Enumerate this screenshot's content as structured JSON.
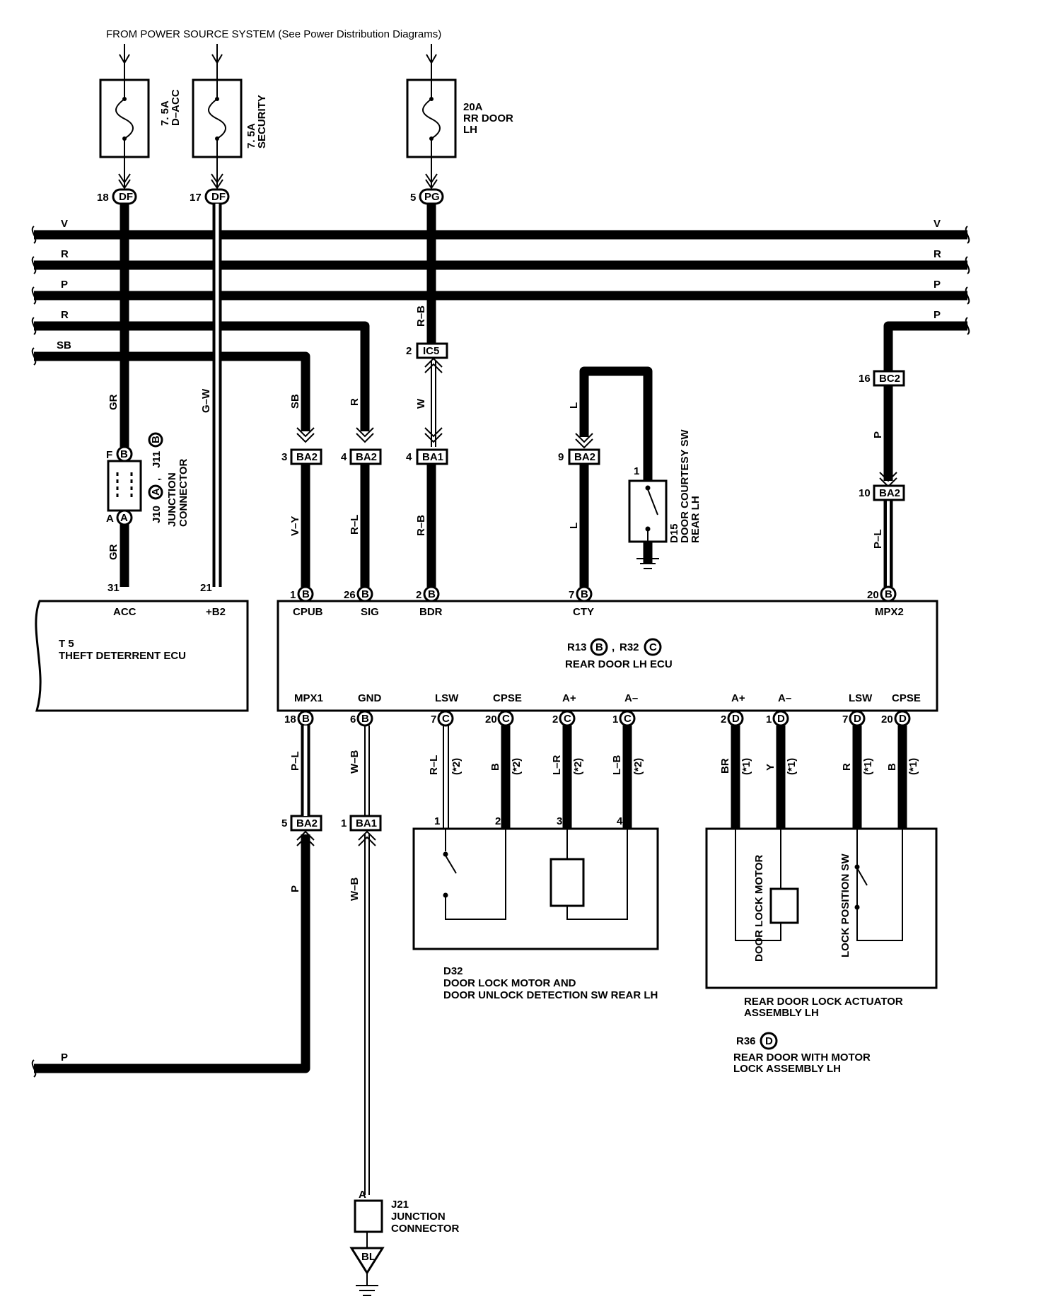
{
  "header": {
    "source_text": "FROM POWER SOURCE SYSTEM (See Power Distribution Diagrams)"
  },
  "fuses": [
    {
      "amp": "7. 5A",
      "name": "D–ACC"
    },
    {
      "amp": "7. 5A",
      "name": "SECURITY"
    },
    {
      "amp": "20A",
      "name": "RR DOOR",
      "name2": "LH"
    }
  ],
  "top_connectors": [
    {
      "pin": "18",
      "code": "DF"
    },
    {
      "pin": "17",
      "code": "DF"
    },
    {
      "pin": "5",
      "code": "PG"
    }
  ],
  "bus_labels": [
    "V",
    "R",
    "P",
    "R",
    "SB"
  ],
  "bus_labels_right": [
    "V",
    "R",
    "P",
    "P"
  ],
  "wire_colors": {
    "gr1": "GR",
    "gw": "G–W",
    "sb": "SB",
    "r": "R",
    "rb1": "R–B",
    "w": "W",
    "l1": "L",
    "p1": "P",
    "vy": "V–Y",
    "rl": "R–L",
    "rb2": "R–B",
    "l2": "L",
    "pl1": "P–L",
    "gr2": "GR",
    "pl2": "P–L",
    "wb1": "W–B",
    "p2": "P",
    "wb2": "W–B",
    "bottom_p": "P"
  },
  "junction": {
    "pin_top": "F",
    "conn_top": "B",
    "pin_bottom": "A",
    "conn_bottom": "A",
    "label_ref1": "J10",
    "ref1": "A",
    "label_sep": ",",
    "label_ref2": "J11",
    "ref2": "B",
    "label_line1": "JUNCTION",
    "label_line2": "CONNECTOR"
  },
  "inline_connectors": [
    {
      "pin": "2",
      "code": "IC5"
    },
    {
      "pin": "3",
      "code": "BA2"
    },
    {
      "pin": "4",
      "code": "BA2"
    },
    {
      "pin": "4",
      "code": "BA1"
    },
    {
      "pin": "9",
      "code": "BA2"
    },
    {
      "pin": "16",
      "code": "BC2"
    },
    {
      "pin": "10",
      "code": "BA2"
    },
    {
      "pin": "5",
      "code": "BA2"
    },
    {
      "pin": "1",
      "code": "BA1"
    }
  ],
  "courtesy_sw": {
    "pin": "1",
    "ref": "D15",
    "line1": "DOOR COURTESY SW",
    "line2": "REAR LH"
  },
  "theft_ecu": {
    "ref": "T 5",
    "name": "THEFT DETERRENT ECU",
    "pins": [
      {
        "num": "31",
        "name": "ACC"
      },
      {
        "num": "21",
        "name": "+B2"
      }
    ]
  },
  "door_ecu": {
    "ref1": "R13",
    "conn1": "B",
    "sep": ",",
    "ref2": "R32",
    "conn2": "C",
    "name": "REAR DOOR LH ECU",
    "top_pins": [
      {
        "num": "1",
        "conn": "B",
        "name": "CPUB"
      },
      {
        "num": "26",
        "conn": "B",
        "name": "SIG"
      },
      {
        "num": "2",
        "conn": "B",
        "name": "BDR"
      },
      {
        "num": "7",
        "conn": "B",
        "name": "CTY"
      },
      {
        "num": "20",
        "conn": "B",
        "name": "MPX2"
      }
    ],
    "bottom_pins": [
      {
        "num": "18",
        "conn": "B",
        "name": "MPX1"
      },
      {
        "num": "6",
        "conn": "B",
        "name": "GND"
      },
      {
        "num": "7",
        "conn": "C",
        "name": "LSW"
      },
      {
        "num": "20",
        "conn": "C",
        "name": "CPSE"
      },
      {
        "num": "2",
        "conn": "C",
        "name": "A+"
      },
      {
        "num": "1",
        "conn": "C",
        "name": "A–"
      },
      {
        "num": "2",
        "conn": "D",
        "name": "A+"
      },
      {
        "num": "1",
        "conn": "D",
        "name": "A–"
      },
      {
        "num": "7",
        "conn": "D",
        "name": "LSW"
      },
      {
        "num": "20",
        "conn": "D",
        "name": "CPSE"
      }
    ]
  },
  "lower_wires": [
    {
      "color": "R–L",
      "note": "(*2)"
    },
    {
      "color": "B",
      "note": "(*2)"
    },
    {
      "color": "L–R",
      "note": "(*2)"
    },
    {
      "color": "L–B",
      "note": "(*2)"
    },
    {
      "color": "BR",
      "note": "(*1)"
    },
    {
      "color": "Y",
      "note": "(*1)"
    },
    {
      "color": "R",
      "note": "(*1)"
    },
    {
      "color": "B",
      "note": "(*1)"
    }
  ],
  "d32": {
    "pins": [
      "1",
      "2",
      "3",
      "4"
    ],
    "ref": "D32",
    "line1": "DOOR LOCK MOTOR AND",
    "line2": "DOOR UNLOCK DETECTION SW REAR LH"
  },
  "actuator": {
    "motor_label": "DOOR LOCK MOTOR",
    "sw_label": "LOCK POSITION SW",
    "line1": "REAR DOOR LOCK ACTUATOR",
    "line2": "ASSEMBLY LH",
    "ref": "R36",
    "conn": "D",
    "sub1": "REAR DOOR WITH MOTOR",
    "sub2": "LOCK ASSEMBLY LH"
  },
  "j21": {
    "pin": "A",
    "ref": "J21",
    "line1": "JUNCTION",
    "line2": "CONNECTOR",
    "ground": "BL"
  }
}
